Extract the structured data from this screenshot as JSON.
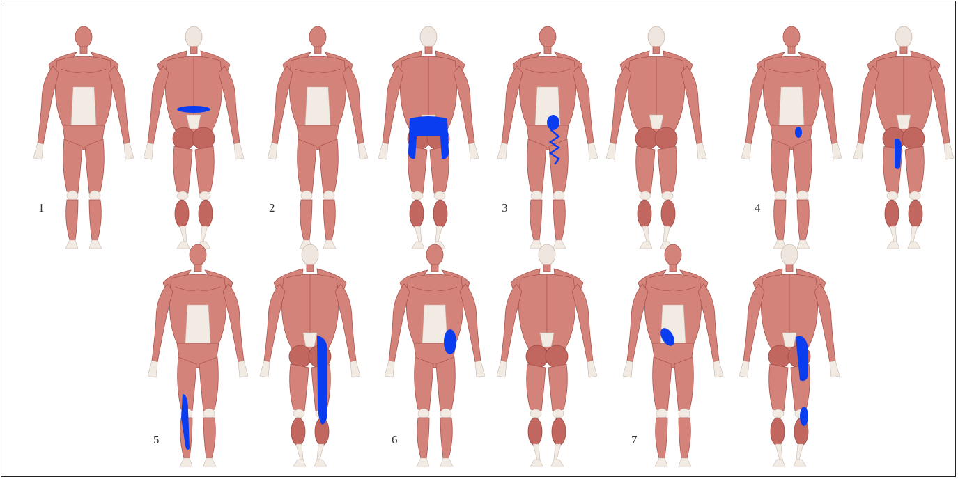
{
  "figure": {
    "panels": [
      {
        "label": "1",
        "regions": [
          "lower-back"
        ]
      },
      {
        "label": "2",
        "regions": [
          "buttocks-and-upper-thighs"
        ]
      },
      {
        "label": "3",
        "regions": [
          "front-thigh-zigzag"
        ]
      },
      {
        "label": "4",
        "regions": [
          "groin",
          "back-of-thigh"
        ]
      },
      {
        "label": "5",
        "regions": [
          "front-shin",
          "back-of-leg"
        ]
      },
      {
        "label": "6",
        "regions": [
          "outer-hip"
        ]
      },
      {
        "label": "7",
        "regions": [
          "front-hip",
          "back-of-thigh",
          "back-of-calf"
        ]
      }
    ],
    "colors": {
      "muscle": "#d4837a",
      "muscle_dark": "#b85a52",
      "tendon": "#f2ebe4",
      "skull": "#efe7df",
      "pain_region": "#0a3cf0"
    }
  }
}
